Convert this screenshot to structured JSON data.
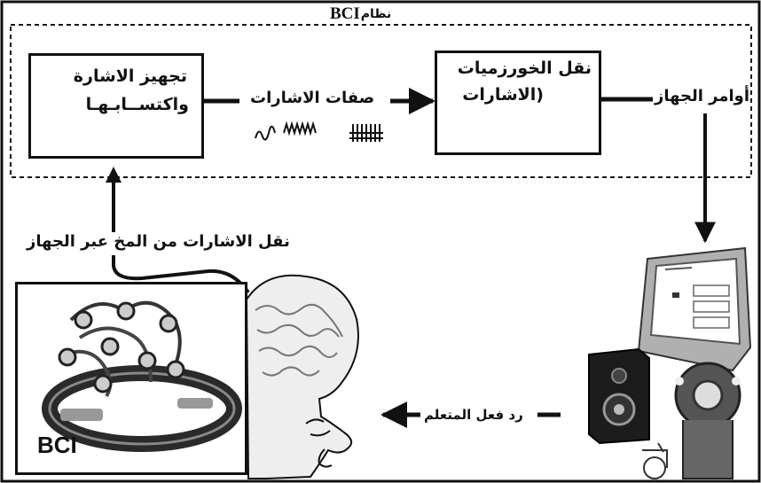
{
  "title": {
    "prefix": "نظام",
    "acronym": "BCI"
  },
  "blocks": {
    "acquisition": {
      "line1": "تجهيز الاشارة",
      "line2": "واكتســابـهـا"
    },
    "algorithms": {
      "line1": "نقل الخورزميات",
      "line2": "(الاشارات"
    }
  },
  "labels": {
    "signal_features": "صفات الاشارات",
    "device_commands": "أوامر الجهاز",
    "brain_transfer": "نقل الاشارات من المخ عبر الجهاز",
    "learner_response": "رد فعل المتعلم"
  },
  "headset_badge": "BCI",
  "icons": [
    "bci-headset-icon",
    "brain-head-icon",
    "computer-monitor-icon",
    "speaker-icon",
    "robot-arm-icon",
    "wheelchair-icon"
  ]
}
